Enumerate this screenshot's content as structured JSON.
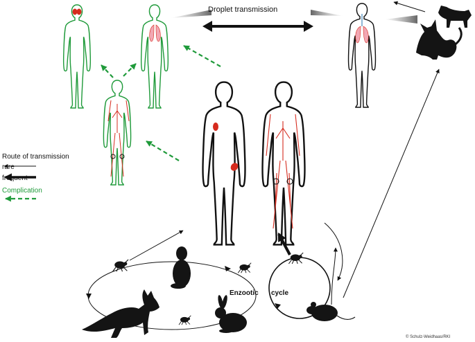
{
  "labels": {
    "droplet": "Droplet transmission",
    "legend_title": "Route of transmission",
    "rare": "rare",
    "frequent": "frequent",
    "complication": "Complication",
    "enzootic": "Enzootic",
    "cycle": "cycle",
    "copyright": "© Schulz-Weidhaas/RKI"
  },
  "colors": {
    "complication": "#1f9a3a",
    "outline": "#111111",
    "infection": "#d62b1e",
    "lung": "#f2a7b3",
    "animal": "#141414"
  },
  "icons": [
    "human-body",
    "flea",
    "prairie-dog",
    "fox",
    "rabbit",
    "mouse",
    "cat",
    "dog"
  ]
}
